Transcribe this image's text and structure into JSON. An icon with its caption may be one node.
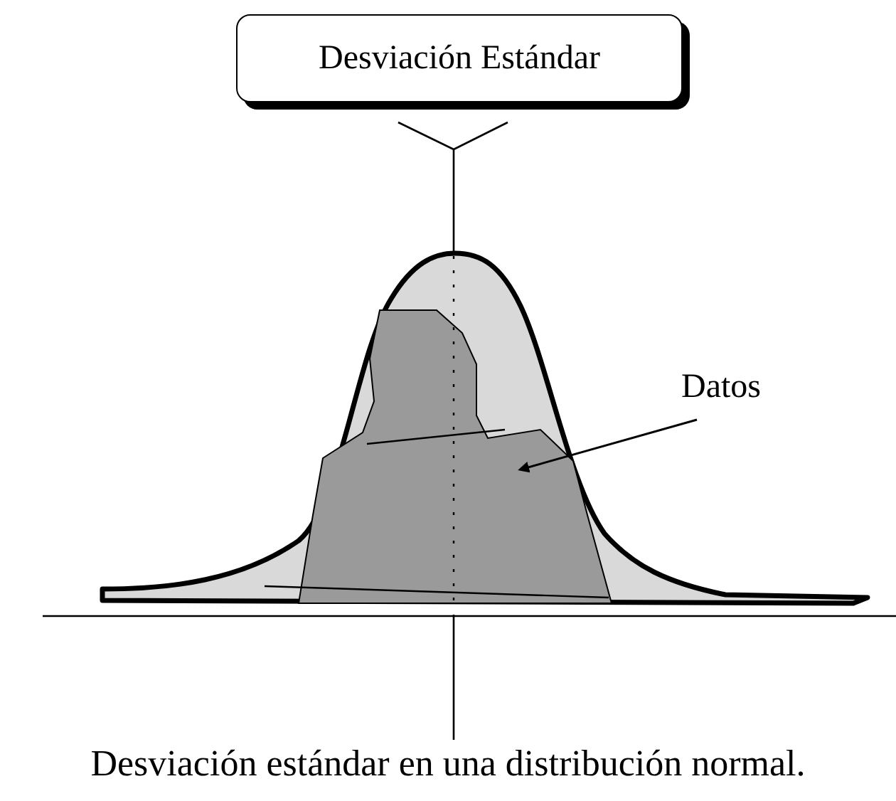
{
  "diagram": {
    "caption": "Desviación estándar en una distribución normal.",
    "nodes": [
      {
        "text": [
          "Desviación Estándar"
        ]
      },
      {
        "text": [
          "Datos"
        ]
      },
      {
        "text": [],
        "shape": "area"
      }
    ],
    "edges": [
      {
        "from": 1,
        "to": 2,
        "arrow": "to"
      }
    ]
  }
}
